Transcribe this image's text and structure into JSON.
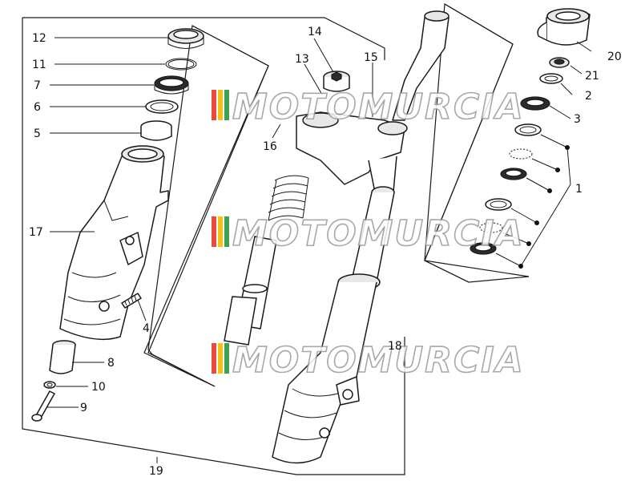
{
  "diagram": {
    "callouts": [
      "12",
      "11",
      "7",
      "6",
      "5",
      "17",
      "4",
      "8",
      "10",
      "9",
      "19",
      "14",
      "13",
      "15",
      "16",
      "18",
      "20",
      "21",
      "2",
      "3",
      "1"
    ],
    "watermark": [
      "MOTOMURCIA",
      "MOTOMURCIA",
      "MOTOMURCIA"
    ],
    "colors": {
      "line": "#1a1a1a",
      "watermark_red": "#e84a3c",
      "watermark_yellow": "#f2c21b",
      "watermark_green": "#3fa34d"
    }
  }
}
